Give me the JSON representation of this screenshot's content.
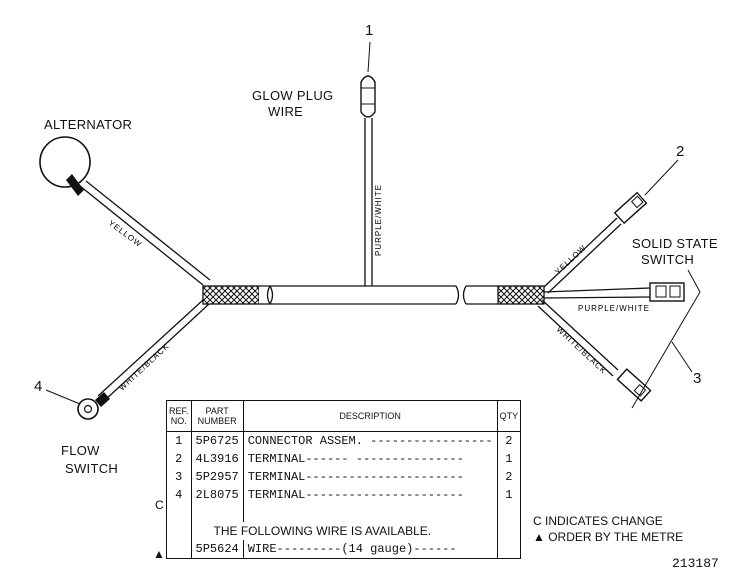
{
  "labels": {
    "alternator": "ALTERNATOR",
    "glow_plug_1": "GLOW PLUG",
    "glow_plug_2": "WIRE",
    "solid_state_1": "SOLID STATE",
    "solid_state_2": "SWITCH",
    "flow_switch_1": "FLOW",
    "flow_switch_2": "SWITCH"
  },
  "wire_colors": {
    "yellow_left": "YELLOW",
    "white_black_left": "WHITE/BLACK",
    "purple_white_vertical": "PURPLE/WHITE",
    "yellow_right": "YELLOW",
    "purple_white_right": "PURPLE/WHITE",
    "white_black_right": "WHITE/BLACK"
  },
  "callouts": [
    "1",
    "2",
    "3",
    "4"
  ],
  "table": {
    "headers": {
      "ref": "REF. NO.",
      "part": "PART NUMBER",
      "desc": "DESCRIPTION",
      "qty": "QTY"
    },
    "rows": [
      {
        "mark": "",
        "ref": "1",
        "part": "5P6725",
        "desc": "CONNECTOR ASSEM. -----------------",
        "qty": "2"
      },
      {
        "mark": "",
        "ref": "2",
        "part": "4L3916",
        "desc": "TERMINAL------ ---------------",
        "qty": "1"
      },
      {
        "mark": "",
        "ref": "3",
        "part": "5P2957",
        "desc": "TERMINAL----------------------",
        "qty": "2"
      },
      {
        "mark": "C",
        "ref": "4",
        "part": "2L8075",
        "desc": "TERMINAL----------------------",
        "qty": "1"
      }
    ],
    "following_note": "THE FOLLOWING WIRE IS AVAILABLE.",
    "wire_row": {
      "mark": "▲",
      "part": "5P5624",
      "desc": "WIRE---------(14 gauge)------",
      "qty": ""
    }
  },
  "notes": {
    "change": "C INDICATES CHANGE",
    "metre": "▲ ORDER BY THE METRE"
  },
  "figure_number": "213187"
}
